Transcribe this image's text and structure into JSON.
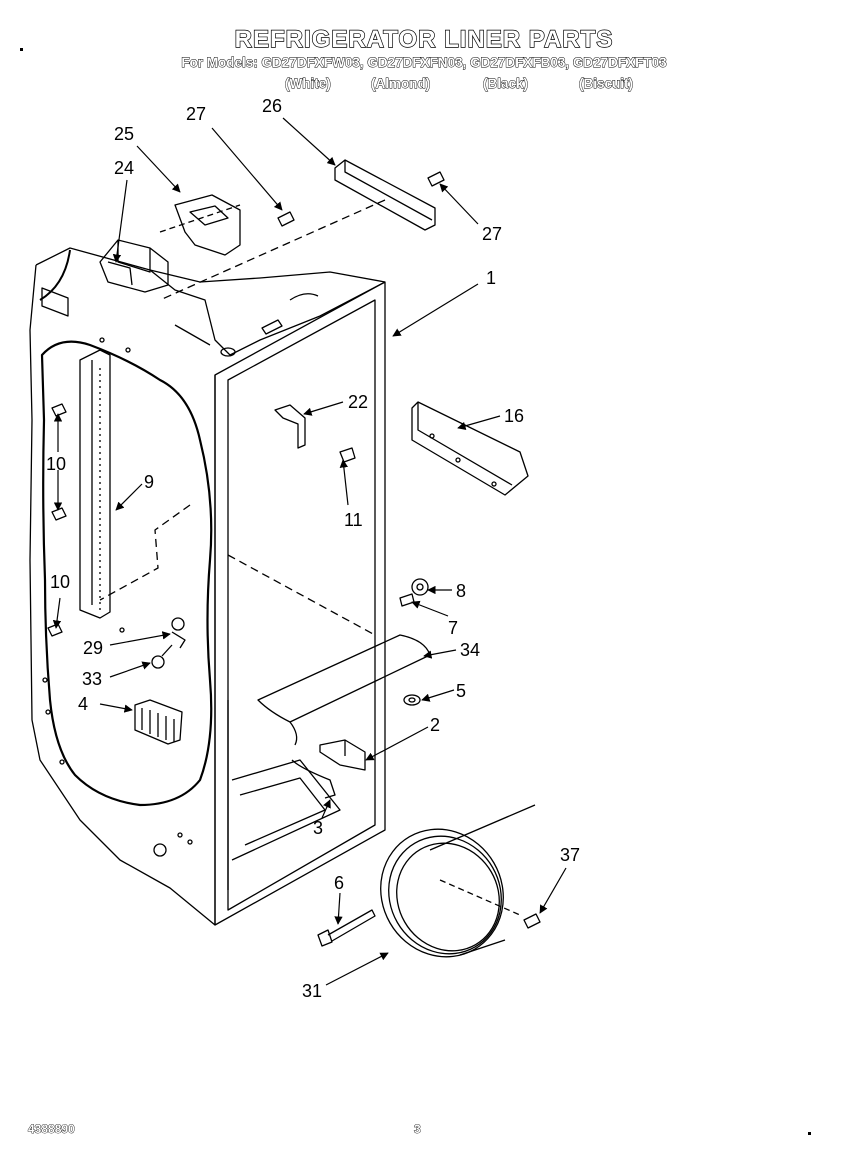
{
  "header": {
    "title": "REFRIGERATOR LINER PARTS",
    "models_line": "For Models: GD27DFXFW03, GD27DFXFN03, GD27DFXFB03, GD27DFXFT03",
    "colors": [
      "(White)",
      "(Almond)",
      "(Black)",
      "(Biscuit)"
    ]
  },
  "callouts": {
    "c1": "1",
    "c2": "2",
    "c3": "3",
    "c4": "4",
    "c5": "5",
    "c6": "6",
    "c7": "7",
    "c8": "8",
    "c9": "9",
    "c10a": "10",
    "c10b": "10",
    "c11": "11",
    "c16": "16",
    "c22": "22",
    "c24": "24",
    "c25": "25",
    "c26": "26",
    "c27a": "27",
    "c27b": "27",
    "c29": "29",
    "c31": "31",
    "c33": "33",
    "c34": "34",
    "c37": "37"
  },
  "footer": {
    "doc_number": "4388890",
    "page_number": "3"
  }
}
